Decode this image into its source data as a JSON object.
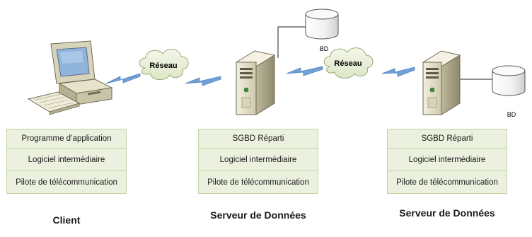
{
  "nodes": {
    "client": {
      "layers": [
        "Programme d’application",
        "Logiciel intermédiaire",
        "Pilote de télécommunication"
      ],
      "caption": "Client"
    },
    "server1": {
      "layers": [
        "SGBD Réparti",
        "Logiciel intermédiaire",
        "Pilote de télécommunication"
      ],
      "caption": "Serveur de Données"
    },
    "server2": {
      "layers": [
        "SGBD Réparti",
        "Logiciel intermédiaire",
        "Pilote de télécommunication"
      ],
      "caption": "Serveur de Données"
    }
  },
  "networks": [
    "Réseau",
    "Réseau"
  ],
  "databases": [
    "BD",
    "BD"
  ],
  "colors": {
    "layer_fill": "#ebf1de",
    "layer_border": "#c3d3a3",
    "link": "#4f81bd",
    "cloud_fill": "#e8efd6",
    "server_body": "#e3dfc9"
  },
  "icons": [
    "desktop-computer-icon",
    "server-tower-icon",
    "network-cloud-icon",
    "database-cylinder-icon",
    "lightning-link-icon"
  ]
}
